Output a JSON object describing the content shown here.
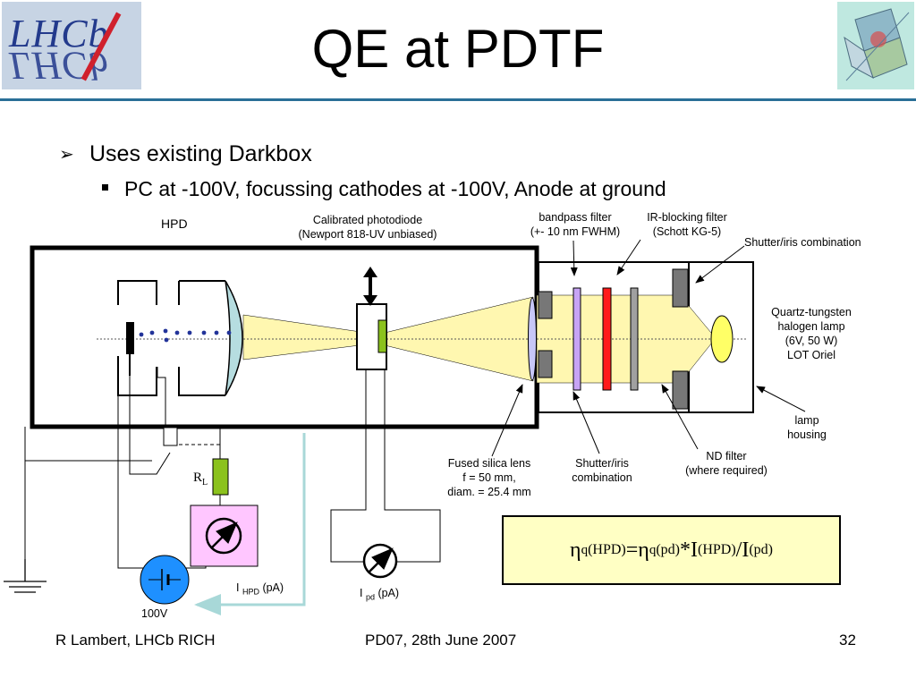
{
  "title": "QE at PDTF",
  "bullets": {
    "level1": "Uses existing Darkbox",
    "level2": "PC at -100V, focussing cathodes at -100V, Anode at ground"
  },
  "labels": {
    "hpd": "HPD",
    "photodiode_1": "Calibrated photodiode",
    "photodiode_2": "(Newport 818-UV unbiased)",
    "bandpass_1": "bandpass filter",
    "bandpass_2": "(+- 10 nm FWHM)",
    "ir_1": "IR-blocking filter",
    "ir_2": "(Schott KG-5)",
    "shutter_top": "Shutter/iris combination",
    "lamp_1": "Quartz-tungsten",
    "lamp_2": "halogen lamp",
    "lamp_3": "(6V, 50 W)",
    "lamp_4": "LOT Oriel",
    "housing_1": "lamp",
    "housing_2": "housing",
    "lens_1": "Fused silica lens",
    "lens_2": "f = 50 mm,",
    "lens_3": "diam. = 25.4 mm",
    "shutter_bottom_1": "Shutter/iris",
    "shutter_bottom_2": "combination",
    "nd_1": "ND filter",
    "nd_2": "(where required)",
    "rl_main": "R",
    "rl_sub": "L",
    "ihpd_main": "I ",
    "ihpd_sub": "HPD",
    "ihpd_unit": " (pA)",
    "ipd_main": "I ",
    "ipd_sub": "pd",
    "ipd_unit": " (pA)",
    "voltage": "100V"
  },
  "formula": {
    "eta": "η",
    "q": "q",
    "hpd": "(HPD)",
    "eq": " = ",
    "pd": "(pd)",
    "mul": " * ",
    "I": "I",
    "div": " / "
  },
  "footer": {
    "left": "R Lambert, LHCb RICH",
    "center": "PD07, 28th June 2007",
    "page": "32"
  },
  "logos": {
    "left_text": "LHCb"
  },
  "colors": {
    "rule": "#2a6f97",
    "lens": "#b6dde0",
    "beam": "#fff7b0",
    "photodiode": "#8bc21d",
    "resistor": "#8bc21d",
    "ammeter_box": "#ffc6ff",
    "voltage_source": "#1e90ff",
    "filter_violet": "#c7a4f5",
    "filter_red": "#ff1a1a",
    "filter_grey": "#a0a0a0",
    "lamp": "#ffff66",
    "formula_bg": "#ffffc4",
    "feedback_arrow": "#a8d8d8"
  }
}
